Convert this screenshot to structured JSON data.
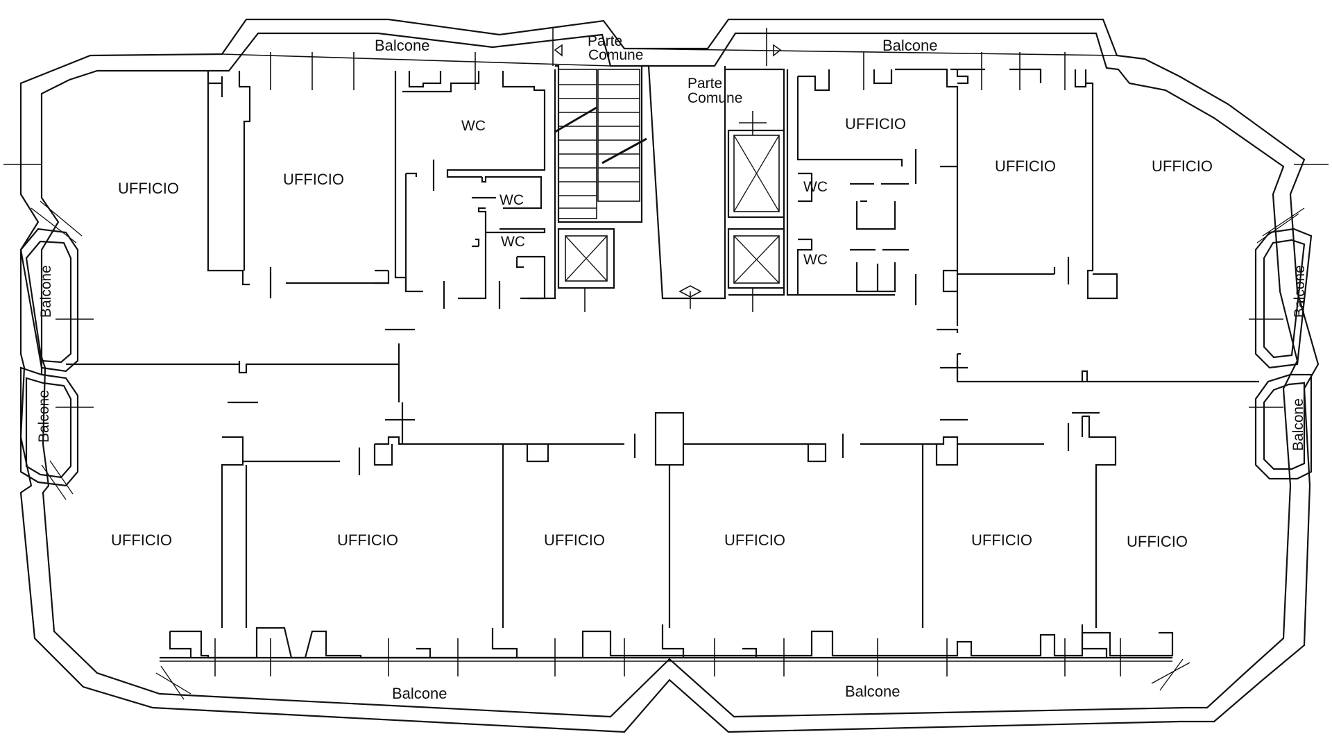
{
  "colors": {
    "background": "#ffffff",
    "line": "#111111"
  },
  "labels": {
    "balcone_top_left": "Balcone",
    "balcone_top_right": "Balcone",
    "parte_comune_1_line1": "Parte",
    "parte_comune_1_line2": "Comune",
    "parte_comune_2_line1": "Parte",
    "parte_comune_2_line2": "Comune",
    "wc_main_left": "WC",
    "wc_small_left_1": "WC",
    "wc_small_left_2": "WC",
    "wc_right_1": "WC",
    "wc_right_2": "WC",
    "ufficio_tl_1": "UFFICIO",
    "ufficio_tl_2": "UFFICIO",
    "ufficio_tr_1": "UFFICIO",
    "ufficio_tr_2": "UFFICIO",
    "ufficio_tr_3": "UFFICIO",
    "balcone_left_1": "Balcone",
    "balcone_left_2": "Balcone",
    "balcone_right_1": "Balcone",
    "balcone_right_2": "Balcone",
    "ufficio_b_1": "UFFICIO",
    "ufficio_b_2": "UFFICIO",
    "ufficio_b_3": "UFFICIO",
    "ufficio_b_4": "UFFICIO",
    "ufficio_b_5": "UFFICIO",
    "ufficio_b_6": "UFFICIO",
    "balcone_bottom_left": "Balcone",
    "balcone_bottom_right": "Balcone"
  }
}
